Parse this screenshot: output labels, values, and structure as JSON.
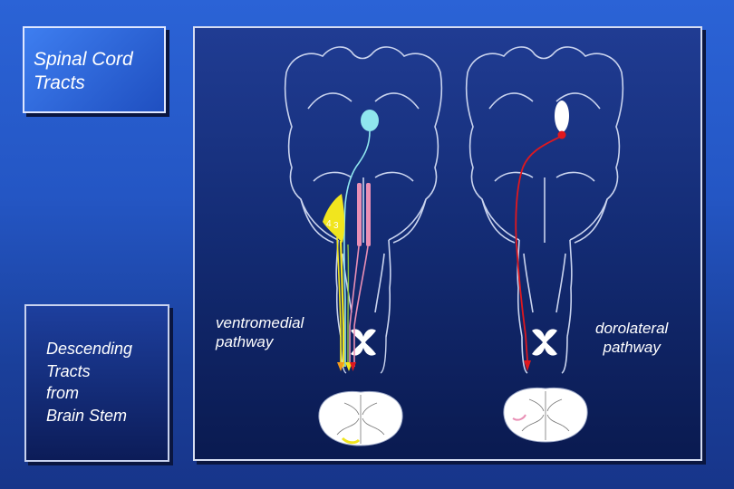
{
  "title": "Spinal Cord\nTracts",
  "side_note": "Descending\nTracts\nfrom\nBrain Stem",
  "labels": {
    "ventromedial": "ventromedial\npathway",
    "dorolateral": "dorolateral\npathway",
    "num_4": "4",
    "num_3": "3"
  },
  "colors": {
    "background": "#2456c4",
    "panel": "#132b73",
    "outline": "#c9d3ee",
    "tract_cyan": "#8fe6ee",
    "tract_yellow": "#f1e51e",
    "tract_pink": "#e98fb5",
    "tract_red": "#e0181e",
    "tract_green": "#8dc640",
    "tract_orange": "#f39a1c"
  }
}
